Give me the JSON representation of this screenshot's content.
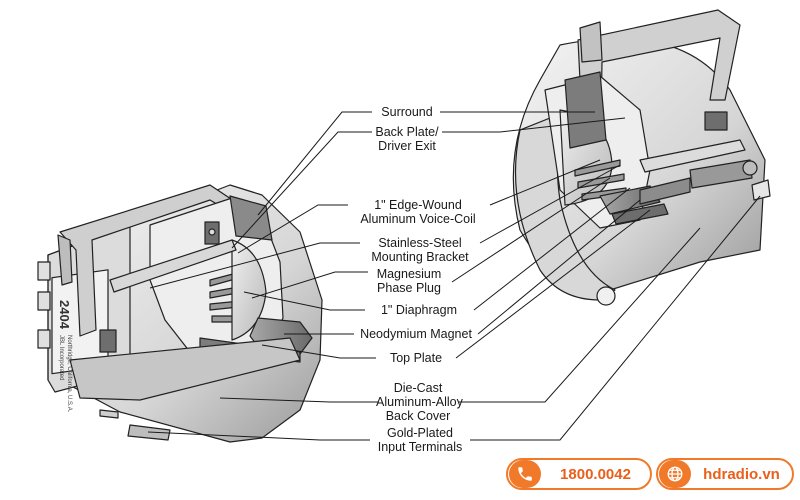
{
  "labels": {
    "surround": "Surround",
    "back_plate_1": "Back Plate/",
    "back_plate_2": "Driver Exit",
    "voice_coil_1": "1\" Edge-Wound",
    "voice_coil_2": "Aluminum Voice-Coil",
    "bracket_1": "Stainless-Steel",
    "bracket_2": "Mounting Bracket",
    "phase_plug_1": "Magnesium",
    "phase_plug_2": "Phase Plug",
    "diaphragm": "1\" Diaphragm",
    "magnet": "Neodymium Magnet",
    "top_plate": "Top Plate",
    "back_cover_1": "Die-Cast",
    "back_cover_2": "Aluminum-Alloy",
    "back_cover_3": "Back Cover",
    "terminals_1": "Gold-Plated",
    "terminals_2": "Input Terminals"
  },
  "product_text": {
    "model": "2404",
    "maker_1": "JBL Incorporated",
    "maker_2": "Northridge, California, U.S.A."
  },
  "contact": {
    "phone": "1800.0042",
    "website": "hdradio.vn",
    "phone_icon": "phone-icon",
    "web_icon": "globe-icon"
  },
  "colors": {
    "accent": "#f07a2a",
    "line": "#1a1a1a",
    "metal_light": "#e6e6e6",
    "metal_mid": "#bdbdbd",
    "metal_dark": "#7d7d7d"
  }
}
